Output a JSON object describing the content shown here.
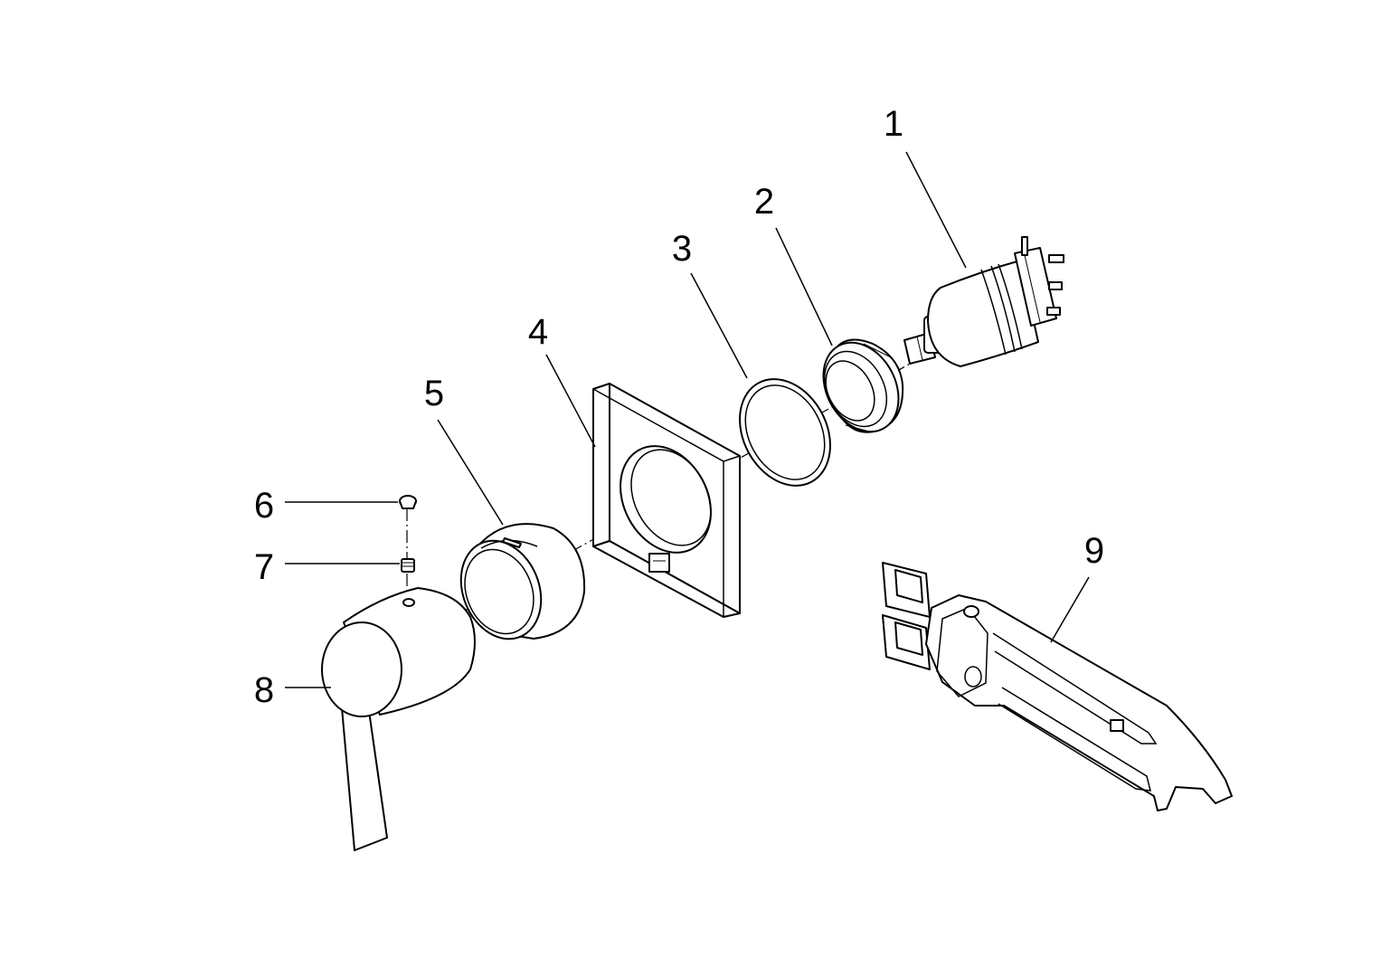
{
  "diagram": {
    "line_color": "#000000",
    "background": "#ffffff",
    "callouts": [
      {
        "id": "c1",
        "label": "1"
      },
      {
        "id": "c2",
        "label": "2"
      },
      {
        "id": "c3",
        "label": "3"
      },
      {
        "id": "c4",
        "label": "4"
      },
      {
        "id": "c5",
        "label": "5"
      },
      {
        "id": "c6",
        "label": "6"
      },
      {
        "id": "c7",
        "label": "7"
      },
      {
        "id": "c8",
        "label": "8"
      },
      {
        "id": "c9",
        "label": "9"
      }
    ]
  }
}
